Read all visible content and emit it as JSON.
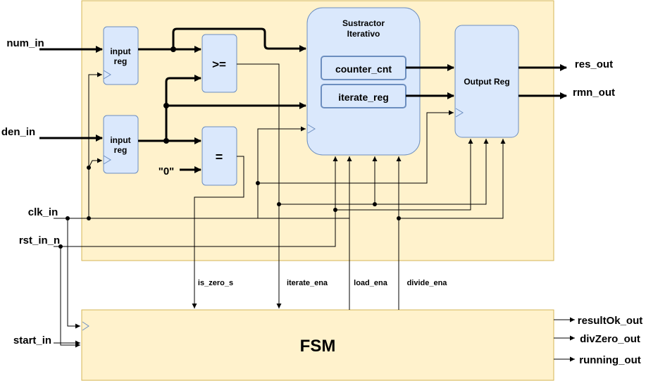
{
  "inputs": {
    "num_in": "num_in",
    "den_in": "den_in",
    "clk_in": "clk_in",
    "rst_in_n": "rst_in_n",
    "start_in": "start_in",
    "zero_const": "\"0\""
  },
  "outputs": {
    "res_out": "res_out",
    "rmn_out": "rmn_out",
    "resultOk_out": "resultOk_out",
    "divZero_out": "divZero_out",
    "running_out": "running_out"
  },
  "blocks": {
    "input_reg_num_l1": "input",
    "input_reg_num_l2": "reg",
    "input_reg_den_l1": "input",
    "input_reg_den_l2": "reg",
    "comparator_ge": ">=",
    "comparator_eq": "=",
    "subtractor_l1": "Sustractor",
    "subtractor_l2": "Iterativo",
    "counter_cnt": "counter_cnt",
    "iterate_reg": "iterate_reg",
    "output_reg": "Output Reg",
    "fsm": "FSM"
  },
  "signals": {
    "is_zero_s": "is_zero_s",
    "iterate_ena": "iterate_ena",
    "load_ena": "load_ena",
    "divide_ena": "divide_ena"
  },
  "colors": {
    "region_fill": "#fff2cc",
    "region_stroke": "#d6b656",
    "block_fill": "#dae8fc",
    "block_stroke": "#6c8ebf",
    "wire": "#000000"
  }
}
